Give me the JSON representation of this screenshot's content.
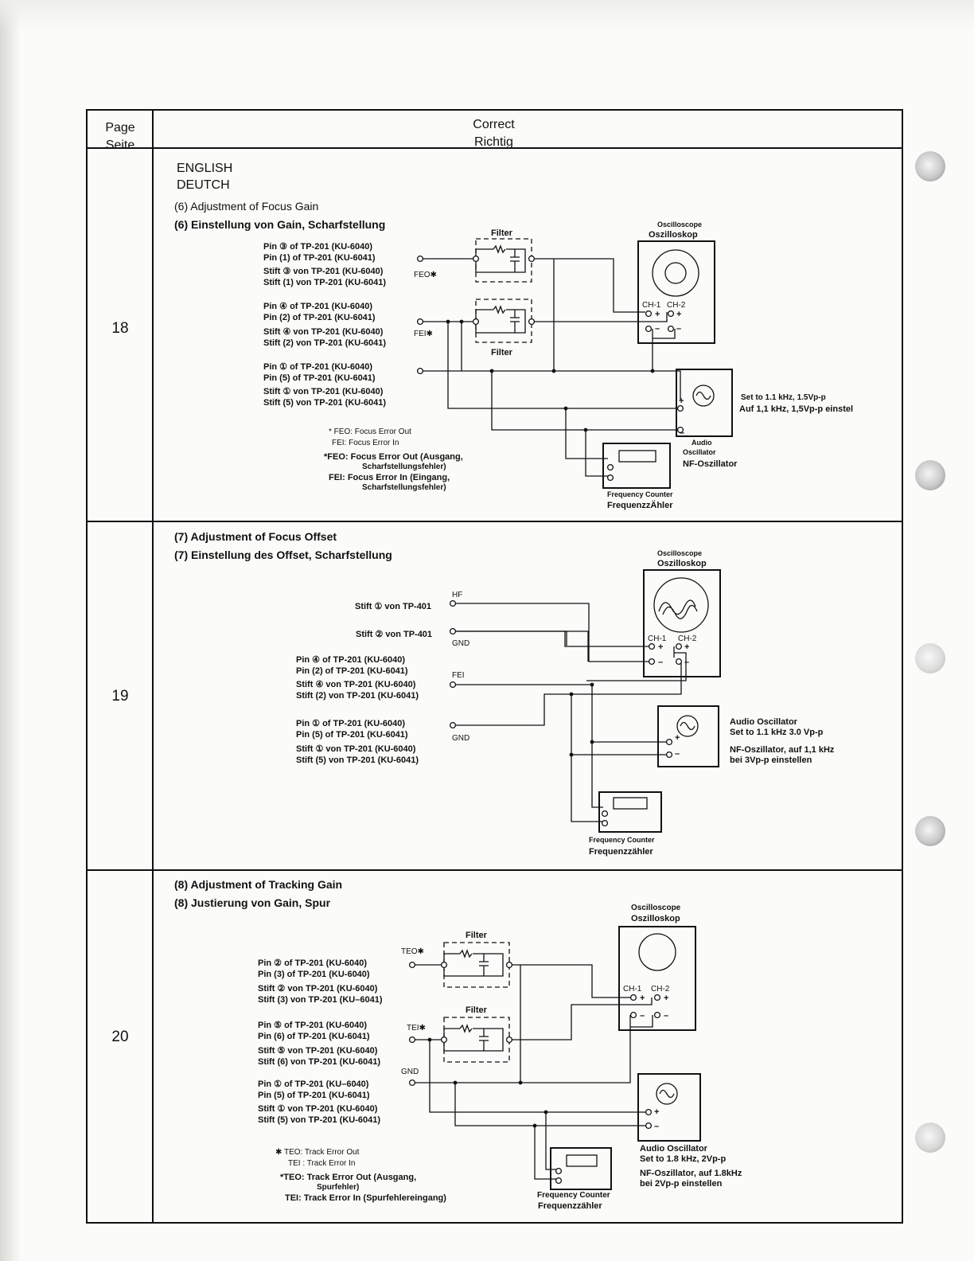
{
  "header": {
    "page_en": "Page",
    "page_de": "Seite",
    "correct_en": "Correct",
    "correct_de": "Richtig"
  },
  "icons": [
    "circled-digit-icon",
    "sine-wave-icon",
    "resistor-icon",
    "capacitor-icon"
  ],
  "s18": {
    "page": "18",
    "lang_en": "ENGLISH",
    "lang_de": "DEUTCH",
    "title_en": "(6)  Adjustment of Focus Gain",
    "title_de": "(6)  Einstellung von Gain, Scharfstellung",
    "pinA": [
      "Pin ③ of TP-201 (KU-6040)",
      "Pin (1) of TP-201 (KU-6041)",
      "Stift ③ von TP-201 (KU-6040)",
      "Stift (1) von TP-201 (KU-6041)"
    ],
    "pinB": [
      "Pin ④ of TP-201 (KU-6040)",
      "Pin (2) of TP-201 (KU-6041)",
      "Stift ④ von TP-201 (KU-6040)",
      "Stift (2) von TP-201 (KU-6041)"
    ],
    "pinC": [
      "Pin ① of TP-201 (KU-6040)",
      "Pin (5) of TP-201 (KU-6041)",
      "Stift ① von TP-201 (KU-6040)",
      "Stift (5) von TP-201 (KU-6041)"
    ],
    "feo": "FEO✱",
    "fei": "FEI✱",
    "filter": "Filter",
    "osc_en": "Oscilloscope",
    "osc_de": "Oszilloskop",
    "ch1": "CH-1",
    "ch2": "CH-2",
    "audio_en1": "Audio",
    "audio_en2": "Oscillator",
    "audio_de": "NF-Oszillator",
    "set_en": "Set to 1.1 kHz, 1.5Vp-p",
    "set_de": "Auf 1,1 kHz, 1,5Vp-p einstel",
    "counter_en": "Frequency Counter",
    "counter_de": "FrequenzzÄhler",
    "notes": [
      "* FEO: Focus Error Out",
      "FEI: Focus Error In",
      "*FEO:   Focus Error Out (Ausgang,",
      "Scharfstellungsfehler)",
      "FEI:    Focus Error In (Eingang,",
      "Scharfstellungsfehler)"
    ]
  },
  "s19": {
    "page": "19",
    "title_en": "(7)  Adjustment of Focus Offset",
    "title_de": "(7)  Einstellung des Offset, Scharfstellung",
    "hf_pin": "Stift ① von TP-401",
    "gnd_pin": "Stift ② von TP-401",
    "hf": "HF",
    "gnd": "GND",
    "fei": "FEI",
    "pinB": [
      "Pin ④ of TP-201 (KU-6040)",
      "Pin (2) of TP-201 (KU-6041)",
      "Stift ④ von TP-201 (KU-6040)",
      "Stift (2) von TP-201 (KU-6041)"
    ],
    "pinC": [
      "Pin ① of TP-201 (KU-6040)",
      "Pin (5) of TP-201 (KU-6041)",
      "Stift ① von TP-201 (KU-6040)",
      "Stift (5) von TP-201 (KU-6041)"
    ],
    "osc_en": "Oscilloscope",
    "osc_de": "Oszilloskop",
    "ch1": "CH-1",
    "ch2": "CH-2",
    "audio_en": "Audio Oscillator",
    "set_en": "Set to 1.1 kHz 3.0 Vp-p",
    "set_de1": "NF-Oszillator, auf 1,1 kHz",
    "set_de2": "bei 3Vp-p einstellen",
    "counter_en": "Frequency Counter",
    "counter_de": "Frequenzzähler"
  },
  "s20": {
    "page": "20",
    "title_en": "(8)  Adjustment of Tracking Gain",
    "title_de": "(8)  Justierung von Gain, Spur",
    "pinA": [
      "Pin ② of TP-201 (KU-6040)",
      "Pin (3) of TP-201 (KU-6040)",
      "Stift ② von TP-201 (KU-6040)",
      "Stift (3) von TP-201 (KU–6041)"
    ],
    "pinB": [
      "Pin ⑤ of TP-201 (KU-6040)",
      "Pin (6) of TP-201 (KU-6041)",
      "Stift ⑤ von TP-201 (KU-6040)",
      "Stift (6) von TP-201 (KU-6041)"
    ],
    "pinC": [
      "Pin ① of TP-201 (KU–6040)",
      "Pin (5) of TP-201 (KU-6041)",
      "Stift ① von TP-201 (KU-6040)",
      "Stift (5) von TP-201 (KU-6041)"
    ],
    "teo": "TEO✱",
    "tei": "TEI✱",
    "gnd": "GND",
    "filter": "Filter",
    "osc_en": "Oscilloscope",
    "osc_de": "Oszilloskop",
    "ch1": "CH-1",
    "ch2": "CH-2",
    "audio_en": "Audio Oscillator",
    "set_en": "Set to 1.8 kHz, 2Vp-p",
    "set_de1": "NF-Oszillator, auf 1.8kHz",
    "set_de2": "bei 2Vp-p einstellen",
    "counter_en": "Frequency Counter",
    "counter_de": "Frequenzzähler",
    "notes": [
      "✱ TEO: Track Error Out",
      "TEI : Track Error In",
      "*TEO:   Track Error Out (Ausgang,",
      "Spurfehler)",
      "TEI:    Track Error In (Spurfehlereingang)"
    ]
  }
}
